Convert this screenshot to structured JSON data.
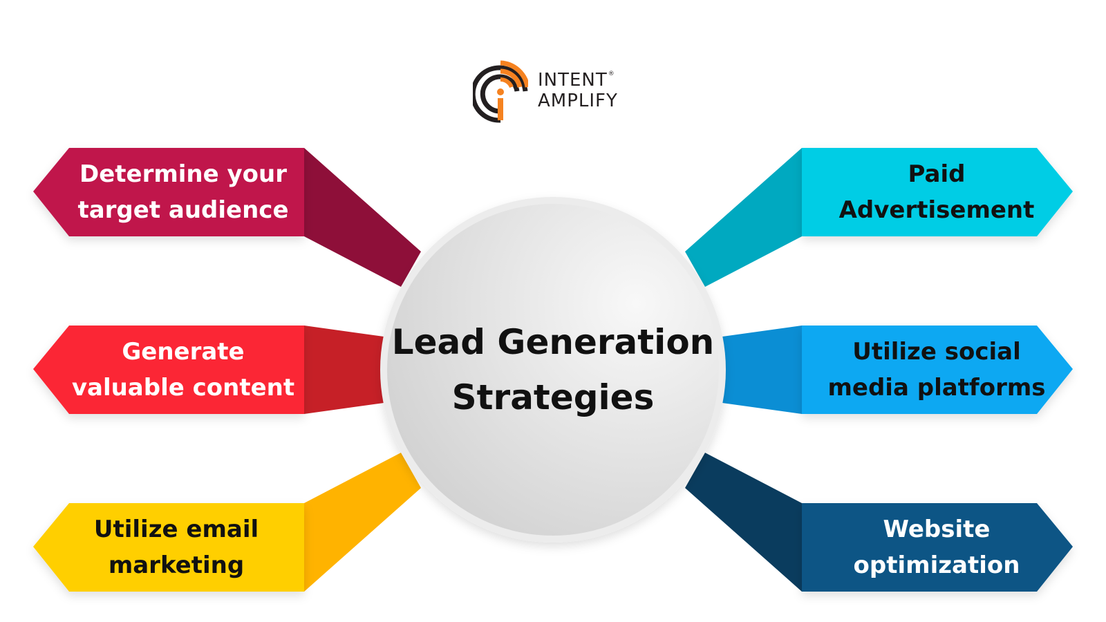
{
  "logo": {
    "line1": "INTENT",
    "line2": "AMPLIFY",
    "registered_mark": "®",
    "colors": {
      "dark": "#231f20",
      "accent": "#f58220"
    }
  },
  "center": {
    "title": "Lead Generation\nStrategies",
    "colors": {
      "fill_light": "#f6f6f6",
      "fill_dark": "#cfcfcf",
      "ring": "#e6e6e6"
    }
  },
  "strategies": [
    {
      "label": "Determine your\ntarget audience",
      "side": "left",
      "row": "top",
      "color": "#c0174b",
      "shade": "#8e0f39",
      "text_color": "#ffffff"
    },
    {
      "label": "Generate\nvaluable content",
      "side": "left",
      "row": "middle",
      "color": "#fb2735",
      "shade": "#c62027",
      "text_color": "#ffffff"
    },
    {
      "label": "Utilize email\nmarketing",
      "side": "left",
      "row": "bottom",
      "color": "#ffcf00",
      "shade": "#ffb300",
      "text_color": "#111111"
    },
    {
      "label": "Paid\nAdvertisement",
      "side": "right",
      "row": "top",
      "color": "#02cde5",
      "shade": "#00a9c0",
      "text_color": "#111111"
    },
    {
      "label": "Utilize social\nmedia platforms",
      "side": "right",
      "row": "middle",
      "color": "#0aa8f2",
      "shade": "#0b8ed4",
      "text_color": "#111111"
    },
    {
      "label": "Website\noptimization",
      "side": "right",
      "row": "bottom",
      "color": "#0d5585",
      "shade": "#0a3c5e",
      "text_color": "#ffffff"
    }
  ]
}
